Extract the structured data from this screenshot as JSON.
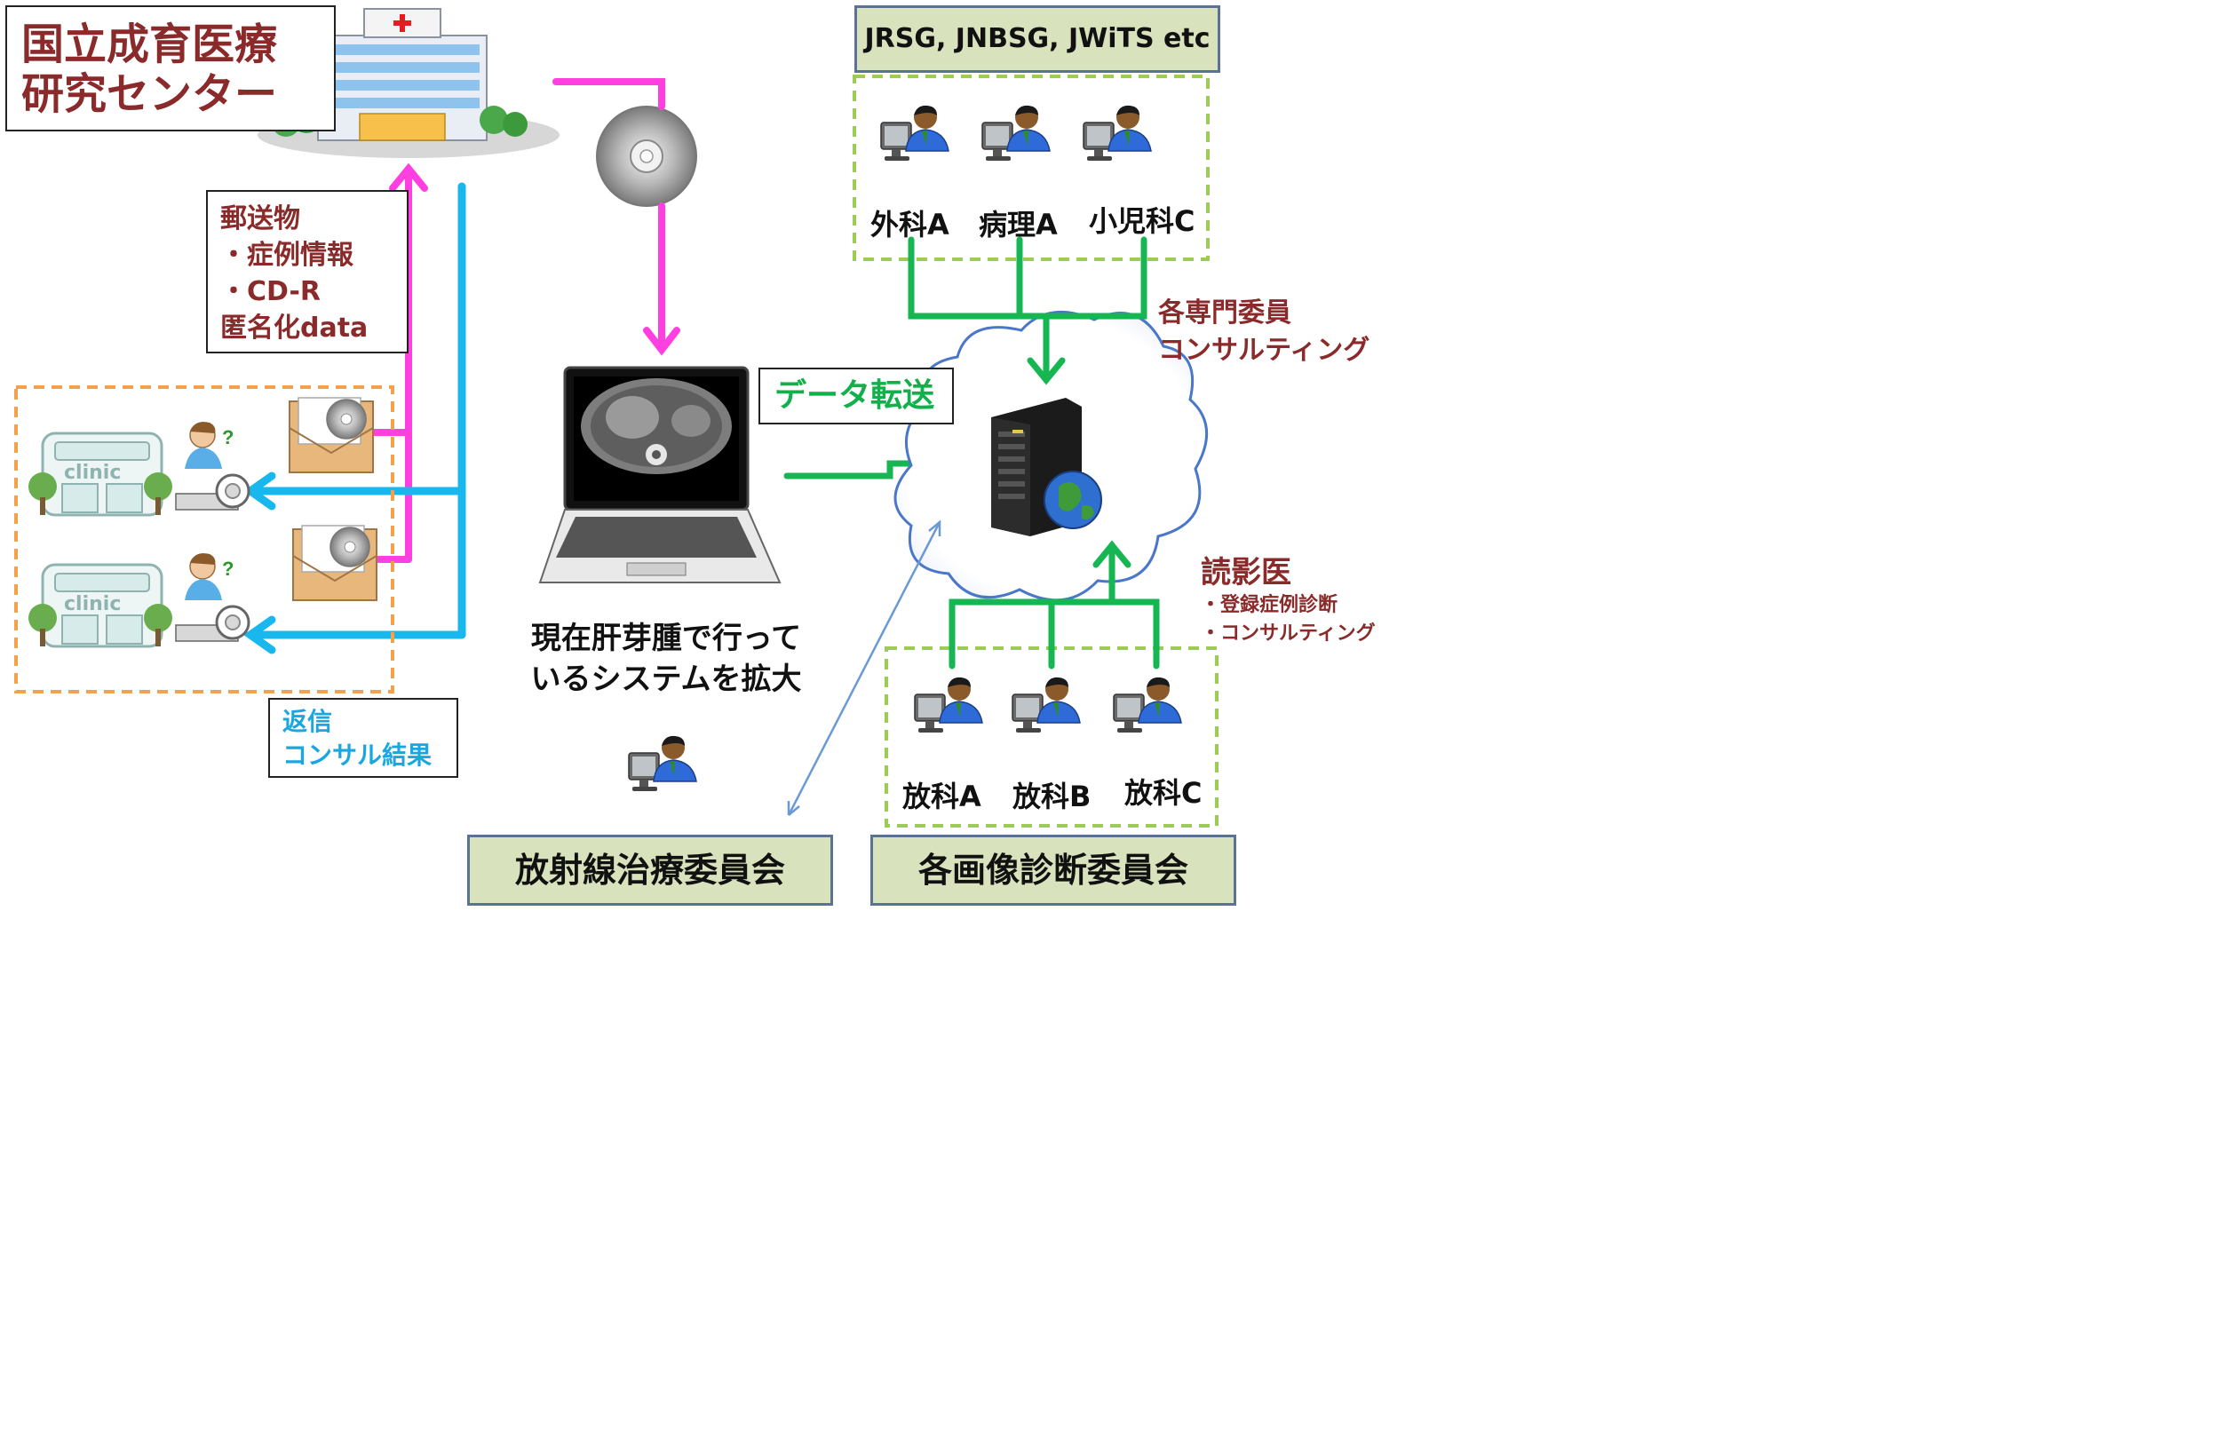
{
  "center": {
    "line1": "国立成育医療",
    "line2": "研究センター"
  },
  "mail_box": {
    "title": "郵送物",
    "items": [
      "・症例情報",
      "・CD-R"
    ],
    "extra": "匿名化data"
  },
  "reply_box": {
    "line1": "返信",
    "line2": "コンサル結果"
  },
  "clinic_label": "clinic",
  "data_transfer": "データ転送",
  "laptop_caption": {
    "line1": "現在肝芽腫で行って",
    "line2": "いるシステムを拡大"
  },
  "groups_header": "JRSG, JNBSG, JWiTS etc",
  "specialists": [
    "外科A",
    "病理A",
    "小児科C"
  ],
  "consult_label": {
    "line1": "各専門委員",
    "line2": "コンサルティング"
  },
  "reading": {
    "title": "読影医",
    "items": [
      "・登録症例診断",
      "・コンサルティング"
    ]
  },
  "radiologists": [
    "放科A",
    "放科B",
    "放科C"
  ],
  "committee_radiation": "放射線治療委員会",
  "committee_imaging": "各画像診断委員会",
  "colors": {
    "magenta": "#ff3fe0",
    "cyan": "#18b8ee",
    "green": "#16b653",
    "dark_red": "#8b2a2a",
    "orange_dash": "#f5a04a",
    "green_dash": "#9ccc55"
  }
}
